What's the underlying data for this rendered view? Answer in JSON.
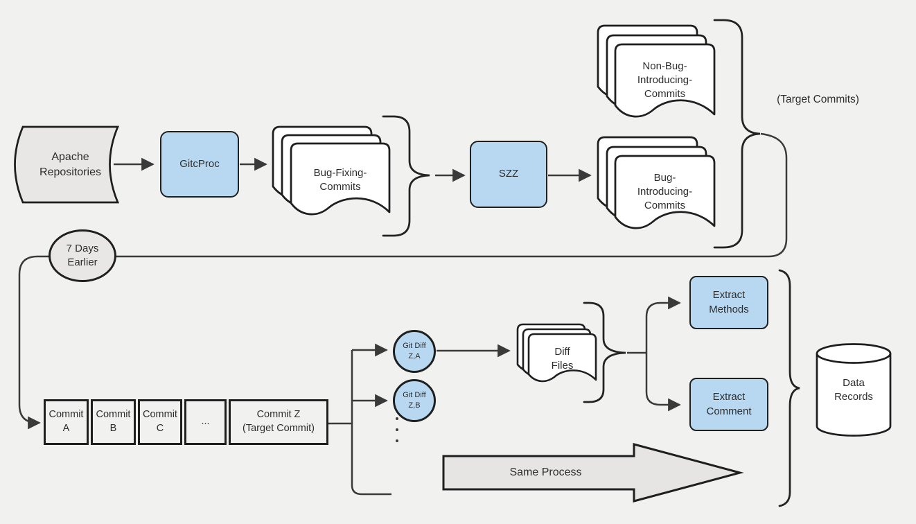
{
  "title": "Target commits extraction process diagram",
  "colors": {
    "background": "#f1f1f0",
    "node_blue_fill": "#b7d8f0",
    "gray_shape_fill": "#e8e7e5",
    "shape_border": "#1f1f1f",
    "connector_line": "#3a3a3a",
    "document_fill": "#ffffff",
    "text": "#2d2d2d"
  },
  "nodes": {
    "apache_repositories": {
      "label": "Apache\nRepositories",
      "shape": "stored-data"
    },
    "gitcproc": {
      "label": "GitcProc",
      "shape": "rounded-rect"
    },
    "bug_fixing_commits": {
      "label": "Bug-Fixing-\nCommits",
      "shape": "multi-document"
    },
    "szz": {
      "label": "SZZ",
      "shape": "rounded-rect"
    },
    "bug_introducing_commits": {
      "label": "Bug-\nIntroducing-\nCommits",
      "shape": "multi-document"
    },
    "non_bug_introducing_commits": {
      "label": "Non-Bug-\nIntroducing-\nCommits",
      "shape": "multi-document"
    },
    "target_commits_note": {
      "label": "(Target Commits)"
    },
    "seven_days_earlier": {
      "label": "7 Days\nEarlier",
      "shape": "ellipse"
    },
    "commit_sequence": {
      "items": [
        {
          "label": "Commit\nA"
        },
        {
          "label": "Commit\nB"
        },
        {
          "label": "Commit\nC"
        },
        {
          "label": "..."
        },
        {
          "label": "Commit Z\n(Target Commit)"
        }
      ]
    },
    "git_diff_z_a": {
      "label": "Git Diff\nZ,A",
      "shape": "circle"
    },
    "git_diff_z_b": {
      "label": "Git Diff\nZ,B",
      "shape": "circle"
    },
    "diff_files": {
      "label": "Diff\nFiles",
      "shape": "multi-document"
    },
    "extract_methods": {
      "label": "Extract\nMethods",
      "shape": "rounded-rect"
    },
    "extract_comment": {
      "label": "Extract\nComment",
      "shape": "rounded-rect"
    },
    "data_records": {
      "label": "Data\nRecords",
      "shape": "cylinder"
    },
    "same_process": {
      "label": "Same Process",
      "shape": "fat-arrow"
    }
  }
}
